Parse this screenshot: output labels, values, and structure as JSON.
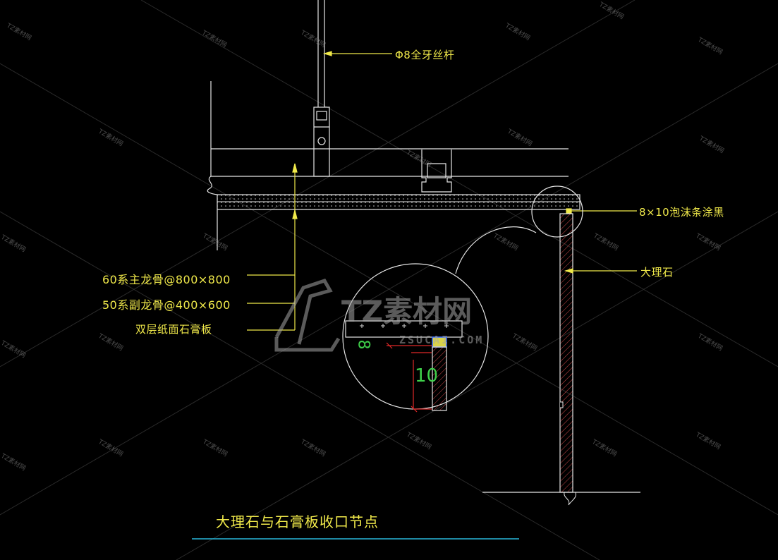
{
  "labels": {
    "rod": "Φ8全牙丝杆",
    "foam": "8×10泡沫条涂黑",
    "marble": "大理石",
    "main_keel": "60系主龙骨@800×800",
    "sub_keel": "50系副龙骨@400×600",
    "gypsum": "双层纸面石膏板"
  },
  "title": "大理石与石膏板收口节点",
  "detail": {
    "dim_gap": "8",
    "dim_depth": "10"
  },
  "watermark": {
    "brand": "TZ素材网",
    "url": "ZSUCAI.COM",
    "tile": "TZ素材网"
  },
  "colors": {
    "background": "#000000",
    "linework": "#e6e6e6",
    "annotation": "#f0e94a",
    "detail_red": "#e02828",
    "detail_green": "#3fd04a",
    "title_underline": "#29b6d8"
  }
}
